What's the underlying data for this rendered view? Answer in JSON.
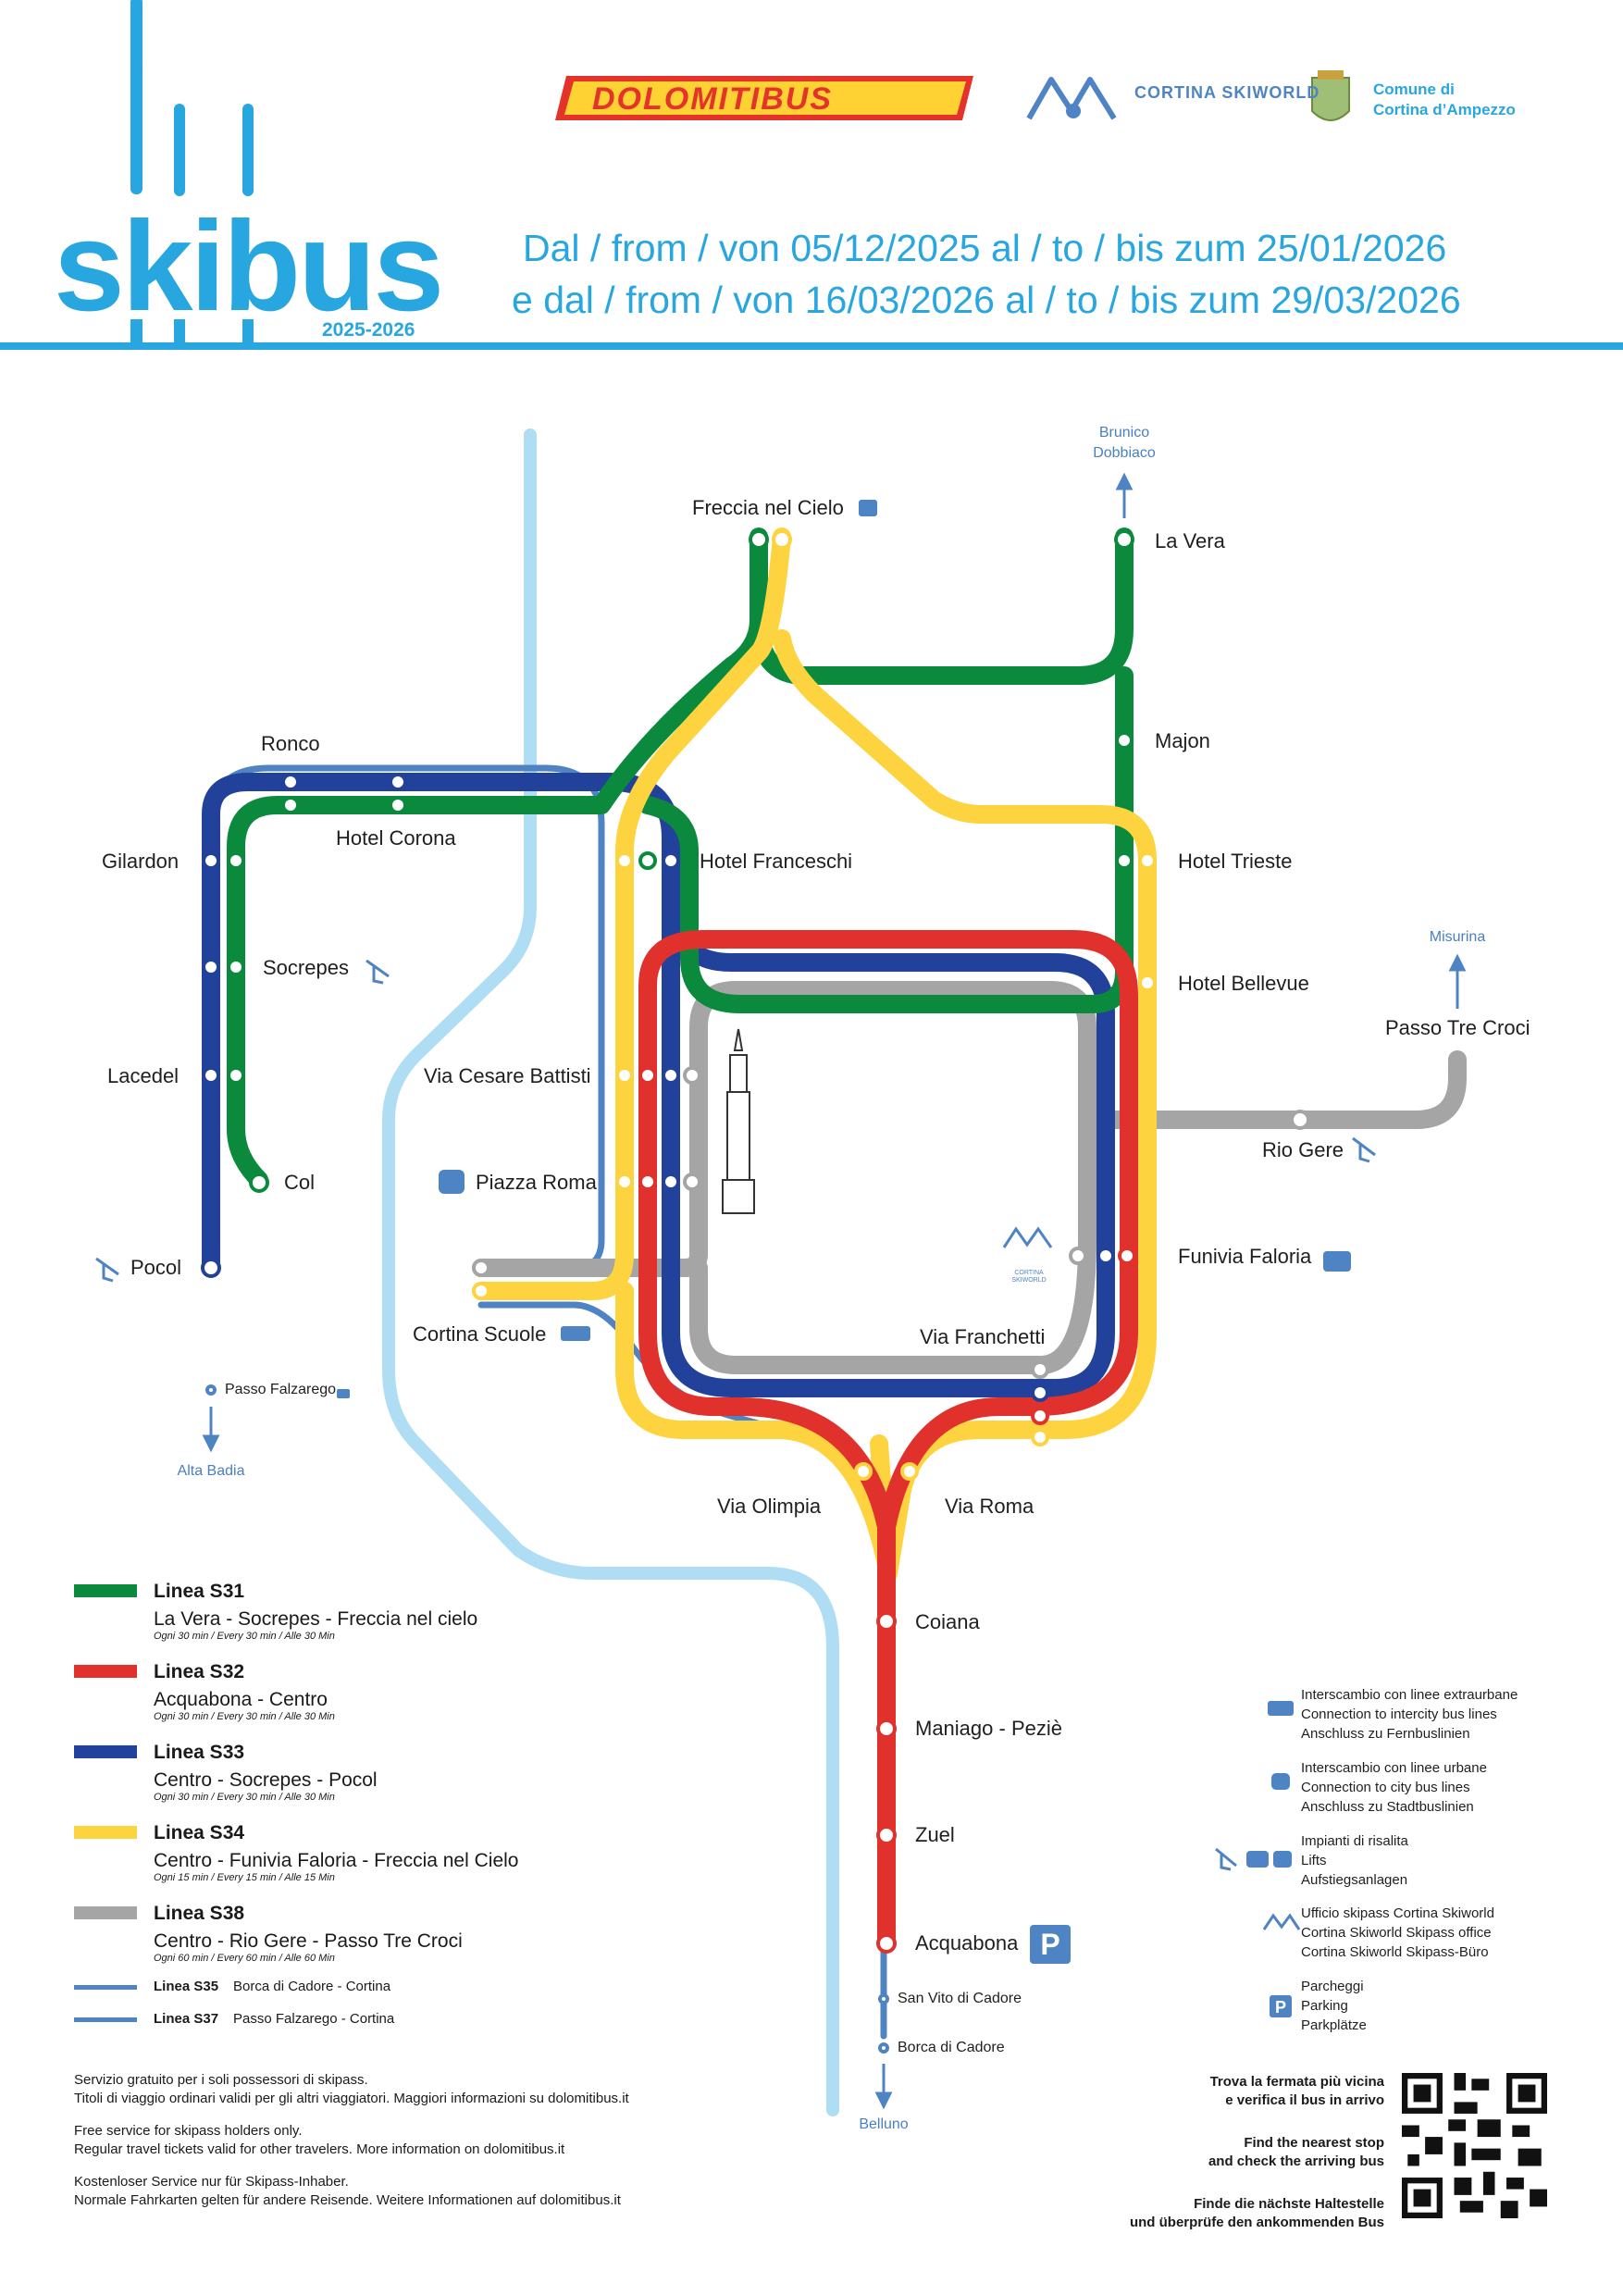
{
  "header": {
    "logo_text": "skibus",
    "season": "2025-2026",
    "date_line_1": "Dal / from / von 05/12/2025 al / to / bis zum 25/01/2026",
    "date_line_2": "e dal / from / von 16/03/2026 al / to / bis zum 29/03/2026",
    "partner_dolomitibus": "DOLOMITIBUS",
    "partner_cortina": "CORTINA SKIWORLD",
    "partner_comune_1": "Comune di",
    "partner_comune_2": "Cortina d’Ampezzo",
    "colors": {
      "accent": "#28a6df"
    }
  },
  "map": {
    "stops": {
      "freccia": "Freccia nel Cielo",
      "la_vera": "La Vera",
      "majon": "Majon",
      "ronco": "Ronco",
      "hotel_corona": "Hotel Corona",
      "gilardon": "Gilardon",
      "hotel_franceschi": "Hotel Franceschi",
      "hotel_trieste": "Hotel Trieste",
      "socrepes": "Socrepes",
      "hotel_bellevue": "Hotel Bellevue",
      "passo_tre_croci": "Passo Tre Croci",
      "lacedel": "Lacedel",
      "via_cesare_battisti": "Via Cesare Battisti",
      "rio_gere": "Rio Gere",
      "col": "Col",
      "piazza_roma": "Piazza Roma",
      "pocol": "Pocol",
      "funivia_faloria": "Funivia Faloria",
      "cortina_scuole": "Cortina Scuole",
      "via_franchetti": "Via Franchetti",
      "passo_falzarego": "Passo Falzarego",
      "via_olimpia": "Via Olimpia",
      "via_roma": "Via Roma",
      "coiana": "Coiana",
      "maniago": "Maniago - Peziè",
      "zuel": "Zuel",
      "acquabona": "Acquabona",
      "san_vito": "San Vito di Cadore",
      "borca": "Borca di Cadore"
    },
    "directions": {
      "brunico": "Brunico",
      "dobbiaco": "Dobbiaco",
      "misurina": "Misurina",
      "alta_badia": "Alta Badia",
      "belluno": "Belluno"
    },
    "skiworld_badge_1": "CORTINA",
    "skiworld_badge_2": "SKIWORLD",
    "parking_symbol": "P",
    "colors": {
      "s31": "#0b8a3e",
      "s32": "#e1312c",
      "s33": "#21419a",
      "s34": "#fdd440",
      "s38": "#a5a5a5",
      "s35": "#4f84c4",
      "blue_light": "#aeddf4"
    }
  },
  "legend": {
    "lines": [
      {
        "name": "Linea S31",
        "route": "La Vera - Socrepes - Freccia nel cielo",
        "freq": "Ogni 30 min / Every 30 min / Alle 30 Min",
        "color": "#0b8a3e"
      },
      {
        "name": "Linea S32",
        "route": "Acquabona - Centro",
        "freq": "Ogni 30 min / Every 30 min / Alle 30 Min",
        "color": "#e1312c"
      },
      {
        "name": "Linea S33",
        "route": "Centro - Socrepes - Pocol",
        "freq": "Ogni 30 min / Every 30 min / Alle 30 Min",
        "color": "#21419a"
      },
      {
        "name": "Linea S34",
        "route": "Centro - Funivia Faloria - Freccia nel Cielo",
        "freq": "Ogni 15 min / Every 15 min / Alle 15 Min",
        "color": "#fdd440"
      },
      {
        "name": "Linea S38",
        "route": "Centro - Rio Gere - Passo Tre Croci",
        "freq": "Ogni 60 min / Every 60 min / Alle 60 Min",
        "color": "#a5a5a5"
      }
    ],
    "thin_lines": [
      {
        "name": "Linea S35",
        "route": "Borca di Cadore - Cortina",
        "color": "#4f84c4"
      },
      {
        "name": "Linea S37",
        "route": "Passo Falzarego - Cortina",
        "color": "#4f84c4"
      }
    ]
  },
  "footer": {
    "it_1": "Servizio gratuito per i soli possessori di skipass.",
    "it_2": "Titoli di viaggio ordinari validi per gli altri viaggiatori. Maggiori informazioni su dolomitibus.it",
    "en_1": "Free service for skipass holders only.",
    "en_2": "Regular travel tickets valid for other travelers. More information on dolomitibus.it",
    "de_1": "Kostenloser Service nur für Skipass-Inhaber.",
    "de_2": "Normale Fahrkarten gelten für andere Reisende. Weitere Informationen auf dolomitibus.it"
  },
  "key": {
    "intercity": [
      "Interscambio con linee extraurbane",
      "Connection to intercity bus lines",
      "Anschluss zu Fernbuslinien"
    ],
    "city": [
      "Interscambio con linee urbane",
      "Connection to city bus lines",
      "Anschluss zu Stadtbuslinien"
    ],
    "lifts": [
      "Impianti di risalita",
      "Lifts",
      "Aufstiegsanlagen"
    ],
    "skipass": [
      "Ufficio skipass Cortina Skiworld",
      "Cortina Skiworld Skipass office",
      "Cortina Skiworld Skipass-Büro"
    ],
    "parking": [
      "Parcheggi",
      "Parking",
      "Parkplätze"
    ]
  },
  "qr": {
    "it_1": "Trova la fermata più vicina",
    "it_2": "e verifica il bus in arrivo",
    "en_1": "Find the nearest stop",
    "en_2": "and check the arriving bus",
    "de_1": "Finde die nächste Haltestelle",
    "de_2": "und überprüfe den ankommenden Bus"
  }
}
